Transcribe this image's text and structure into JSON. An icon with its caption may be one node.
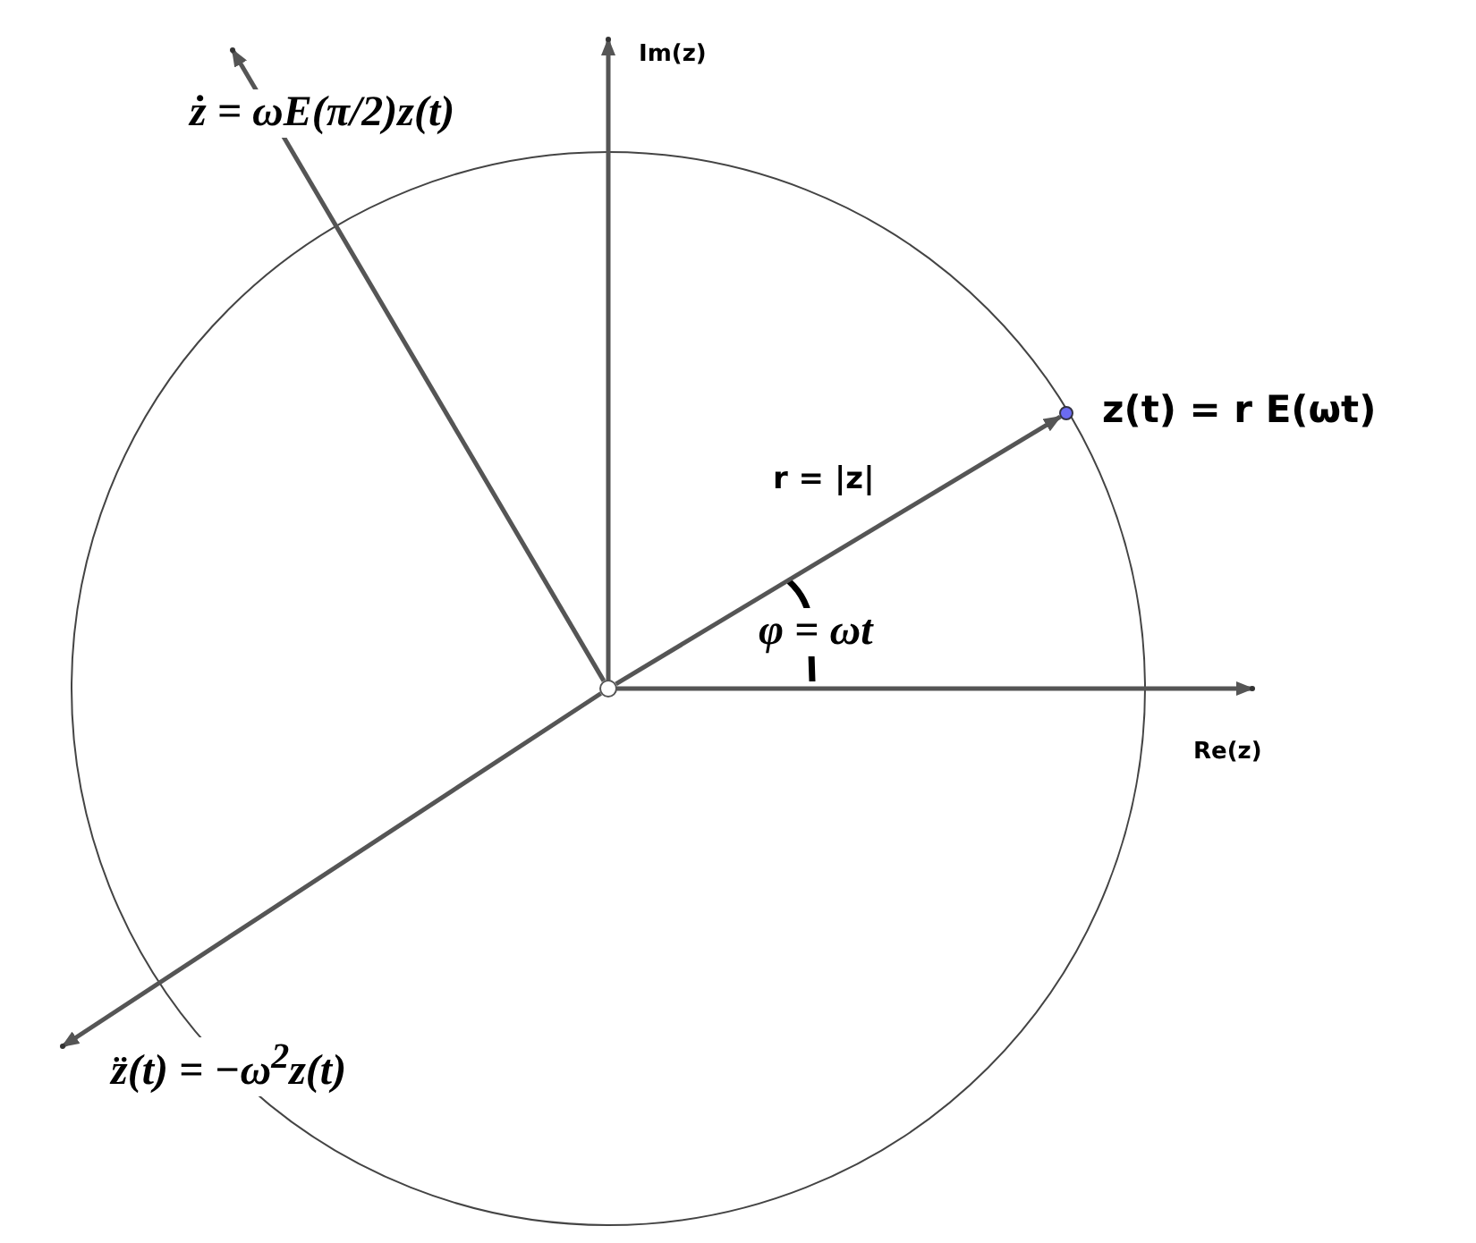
{
  "diagram": {
    "nodes": [
      {
        "text": [],
        "shape": "circle"
      },
      {
        "text": [],
        "shape": "circle",
        "beside": [
          "z(t) = r E(ωt)"
        ]
      }
    ],
    "edges": [
      {
        "from": 0,
        "to": 1,
        "arrow": "to",
        "label": "r = |z|"
      },
      {
        "from": 0,
        "to": null,
        "arrow": "to"
      },
      {
        "from": 0,
        "to": null,
        "arrow": "to"
      }
    ],
    "labels": [
      "Im(z)",
      "ż = ωE(π/2)z(t)",
      "φ = ωt",
      "Re(z)",
      "z̈(t) = −ω$^{2}$z(t)"
    ]
  }
}
